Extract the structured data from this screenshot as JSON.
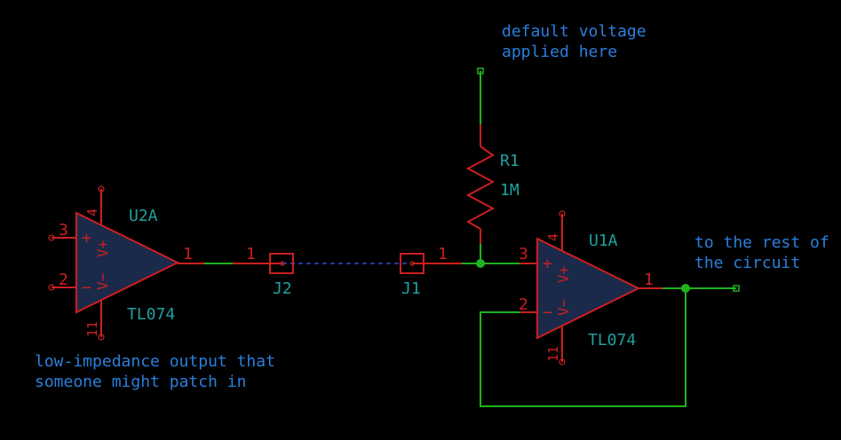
{
  "colors": {
    "background": "#000000",
    "wire": "#1fb31f",
    "symbol": "#cc1f1f",
    "opamp_fill": "#1b2a4a",
    "ref": "#1fa0a0",
    "note": "#2a7fdc",
    "pin_number": "#cc1f1f",
    "junction": "#1fb31f"
  },
  "notes": {
    "default_voltage_line1": "default voltage",
    "default_voltage_line2": "applied here",
    "rest_of_circuit_line1": "to the rest of",
    "rest_of_circuit_line2": "the circuit",
    "low_impedance_line1": "low-impedance output that",
    "low_impedance_line2": "someone might patch in"
  },
  "components": {
    "u2a": {
      "ref": "U2A",
      "value": "TL074",
      "pins": {
        "plus": "3",
        "minus": "2",
        "out": "1",
        "vpos": "4",
        "vneg": "11"
      },
      "sym_plus": "+",
      "sym_minus": "−",
      "sym_vpos": "V+",
      "sym_vneg": "V−"
    },
    "u1a": {
      "ref": "U1A",
      "value": "TL074",
      "pins": {
        "plus": "3",
        "minus": "2",
        "out": "1",
        "vpos": "4",
        "vneg": "11"
      },
      "sym_plus": "+",
      "sym_minus": "−",
      "sym_vpos": "V+",
      "sym_vneg": "V−"
    },
    "r1": {
      "ref": "R1",
      "value": "1M"
    },
    "j2": {
      "ref": "J2",
      "pin": "1"
    },
    "j1": {
      "ref": "J1",
      "pin": "1"
    }
  }
}
